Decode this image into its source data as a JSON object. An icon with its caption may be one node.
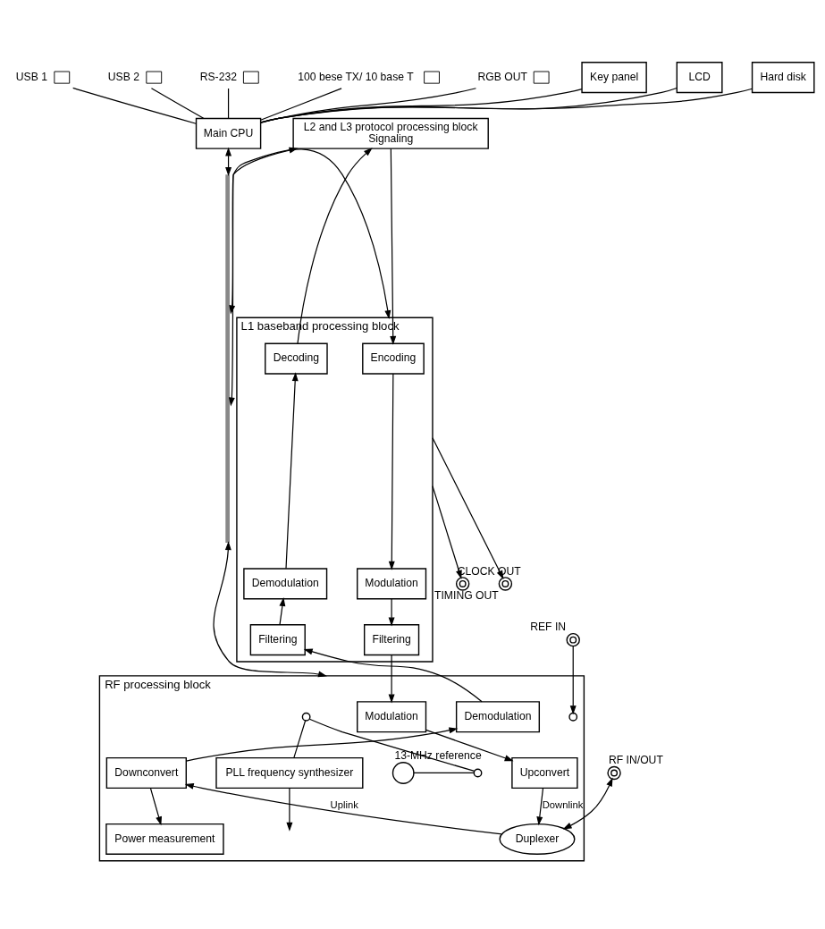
{
  "diagram": {
    "nodes": [
      {
        "text": [],
        "shape": "box",
        "beside": [
          "USB 1"
        ]
      },
      {
        "text": [],
        "shape": "box",
        "beside": [
          "USB 2"
        ]
      },
      {
        "text": [],
        "shape": "box",
        "beside": [
          "RS-232"
        ]
      },
      {
        "text": [],
        "shape": "box",
        "beside": [
          "100 bese TX/ 10 base T"
        ]
      },
      {
        "text": [],
        "shape": "box",
        "beside": [
          "RGB OUT"
        ]
      },
      {
        "text": [
          "Key panel"
        ]
      },
      {
        "text": [
          "LCD"
        ]
      },
      {
        "text": [
          "Hard disk"
        ]
      },
      {
        "text": [
          "Main CPU"
        ]
      },
      {
        "text": [
          "L2 and L3 protocol processing block",
          "Signaling"
        ]
      },
      {
        "text": [
          "L1 baseband processing block"
        ]
      },
      {
        "text": [
          "Encoding"
        ],
        "in": 10
      },
      {
        "text": [
          "Decoding"
        ],
        "in": 10
      },
      {
        "text": [
          "Modulation"
        ],
        "in": 10
      },
      {
        "text": [
          "Demodulation"
        ],
        "in": 10
      },
      {
        "text": [
          "Filtering"
        ],
        "in": 10
      },
      {
        "text": [
          "Filtering"
        ],
        "in": 10
      },
      {
        "text": [
          "RF processing block"
        ]
      },
      {
        "text": [
          "Modulation"
        ],
        "in": 17
      },
      {
        "text": [
          "Demodulation"
        ],
        "in": 17
      },
      {
        "text": [
          "Power measurement"
        ],
        "in": 17
      },
      {
        "text": [
          "Upconvert"
        ],
        "in": 17
      },
      {
        "text": [
          "Downconvert"
        ],
        "in": 17
      },
      {
        "text": [
          "Duplexer"
        ],
        "in": 17
      },
      {
        "text": [],
        "shape": "circle",
        "beside": [
          "13-MHz reference"
        ],
        "in": 17
      },
      {
        "text": [],
        "shape": "circle",
        "in": 17
      },
      {
        "text": [],
        "shape": "circle",
        "in": 17
      },
      {
        "text": [],
        "shape": "circle",
        "in": 17
      },
      {
        "text": [
          "PLL frequency synthesizer"
        ],
        "in": 17
      },
      {
        "text": [],
        "shape": "circle",
        "beside": [
          "CLOCK OUT"
        ]
      },
      {
        "text": [],
        "shape": "circle",
        "beside": [
          "TIMING OUT"
        ]
      },
      {
        "text": [],
        "shape": "circle",
        "beside": [
          "RF IN/OUT"
        ]
      },
      {
        "text": [],
        "shape": "circle",
        "beside": [
          "REF IN"
        ]
      },
      {
        "text": [],
        "shape": "bar"
      }
    ],
    "edges": [
      {
        "from": 0,
        "to": 8,
        "arrow": "none"
      },
      {
        "from": 1,
        "to": 8,
        "arrow": "none"
      },
      {
        "from": 2,
        "to": 8,
        "arrow": "none"
      },
      {
        "from": 3,
        "to": 8,
        "arrow": "none"
      },
      {
        "from": 4,
        "to": 8,
        "arrow": "none"
      },
      {
        "from": 8,
        "to": 5,
        "arrow": "none"
      },
      {
        "from": 8,
        "to": 6,
        "arrow": "none"
      },
      {
        "from": 8,
        "to": 7,
        "arrow": "none"
      },
      {
        "from": 8,
        "to": 33,
        "arrow": "both"
      },
      {
        "from": 9,
        "to": 33,
        "arrow": "both"
      },
      {
        "from": 10,
        "to": 33,
        "arrow": "both"
      },
      {
        "from": 17,
        "to": 33,
        "arrow": "both"
      },
      {
        "from": 9,
        "to": 11,
        "arrow": "to"
      },
      {
        "from": 12,
        "to": 9,
        "arrow": "to"
      },
      {
        "from": 11,
        "to": 13,
        "arrow": "to"
      },
      {
        "from": 13,
        "to": 15,
        "arrow": "to"
      },
      {
        "from": 16,
        "to": 14,
        "arrow": "to"
      },
      {
        "from": 14,
        "to": 12,
        "arrow": "to"
      },
      {
        "from": 10,
        "to": 29,
        "arrow": "to"
      },
      {
        "from": 10,
        "to": 30,
        "arrow": "to"
      },
      {
        "from": 15,
        "to": 18,
        "arrow": "to"
      },
      {
        "from": 19,
        "to": 16,
        "arrow": "to"
      },
      {
        "from": 18,
        "to": 21,
        "arrow": "to"
      },
      {
        "from": 22,
        "to": 19,
        "arrow": "to"
      },
      {
        "from": 22,
        "to": 20,
        "arrow": "to"
      },
      {
        "from": 21,
        "to": 23,
        "arrow": "to",
        "label": "Downlink"
      },
      {
        "from": 23,
        "to": 22,
        "arrow": "to",
        "label": "Uplink"
      },
      {
        "from": 31,
        "to": 23,
        "arrow": "both"
      },
      {
        "from": 24,
        "to": 25,
        "arrow": "none"
      },
      {
        "from": 26,
        "to": 25,
        "arrow": "none"
      },
      {
        "from": 26,
        "to": 28,
        "arrow": "none"
      },
      {
        "from": 32,
        "to": 27,
        "arrow": "to"
      },
      {
        "from": 28,
        "to": null,
        "arrow": "to"
      }
    ]
  }
}
